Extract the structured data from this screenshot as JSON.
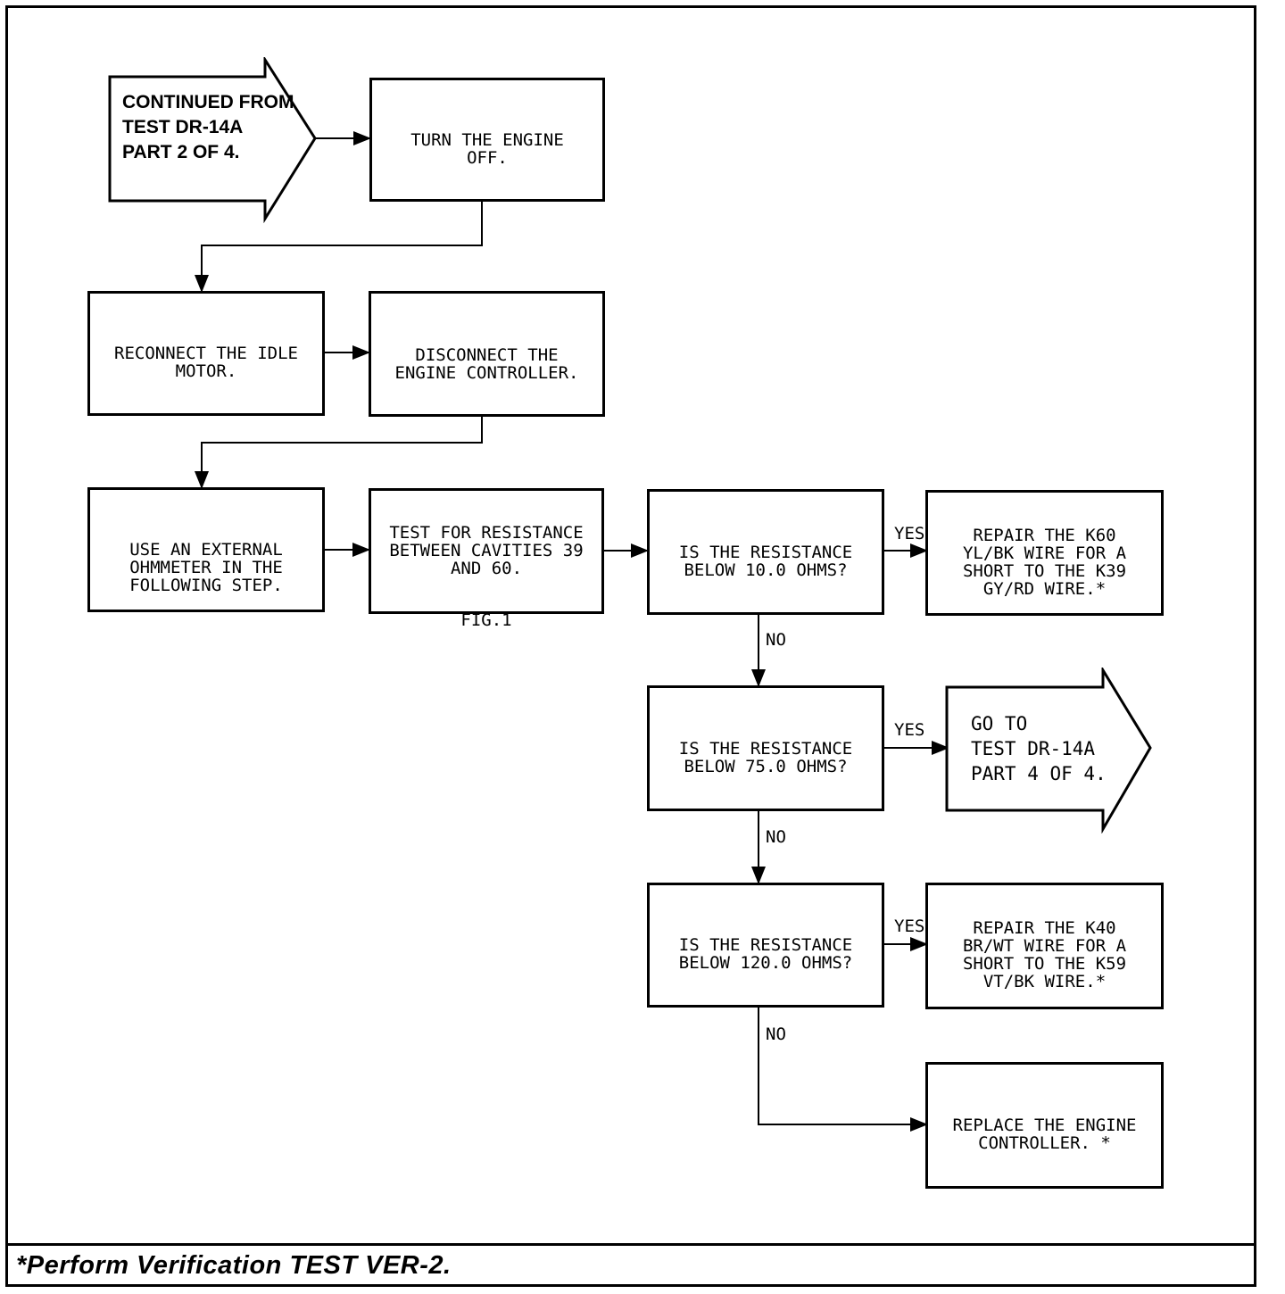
{
  "start": {
    "text": "CONTINUED FROM\nTEST DR-14A\nPART 2 OF 4."
  },
  "steps": {
    "turn_off": "TURN THE ENGINE\nOFF.",
    "reconnect": "RECONNECT THE IDLE\nMOTOR.",
    "disconnect": "DISCONNECT THE\nENGINE CONTROLLER.",
    "ohmmeter": "USE AN EXTERNAL\nOHMMETER IN THE\nFOLLOWING STEP.",
    "test_resistance": "TEST FOR RESISTANCE\nBETWEEN CAVITIES 39\nAND 60.",
    "test_fig": "FIG.1"
  },
  "decisions": {
    "q1": "IS THE RESISTANCE\nBELOW 10.0 OHMS?",
    "q2": "IS THE RESISTANCE\nBELOW 75.0 OHMS?",
    "q3": "IS THE RESISTANCE\nBELOW 120.0 OHMS?"
  },
  "outcomes": {
    "repair_k60": "REPAIR THE K60\nYL/BK WIRE FOR A\nSHORT TO THE K39\nGY/RD WIRE.*",
    "goto_part4": "GO TO\nTEST DR-14A\nPART 4 OF 4.",
    "repair_k40": "REPAIR THE K40\nBR/WT WIRE FOR A\nSHORT TO THE K59\nVT/BK WIRE.*",
    "replace_controller": "REPLACE THE ENGINE\nCONTROLLER. *"
  },
  "labels": {
    "yes": "YES",
    "no": "NO"
  },
  "footer": "*Perform Verification TEST VER-2."
}
